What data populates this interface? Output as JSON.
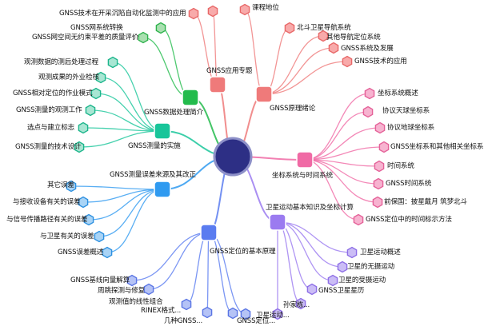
{
  "center": {
    "color": "#2d2f85",
    "stroke": "#8d90c8"
  },
  "branches": [
    {
      "label": "GNSS应用专题",
      "color": "#ef7a7a",
      "leafFill": "#f8aaaa",
      "leafStroke": "#e86868",
      "leaves": [
        {
          "label": "GNSS技术在开采沉陷自动化监测中的应用"
        },
        {
          "label": ""
        }
      ]
    },
    {
      "label": "GNSS原理绪论",
      "color": "#ef7a7a",
      "leafFill": "#f8aaaa",
      "leafStroke": "#e86868",
      "leaves": [
        {
          "label": "课程地位"
        },
        {
          "label": "北斗卫星导航系统"
        },
        {
          "label": "其他导航定位系统"
        },
        {
          "label": "GNSS系统及发展"
        },
        {
          "label": "GNSS技术的应用"
        }
      ]
    },
    {
      "label": "GNSS数据处理简介",
      "color": "#23bb4c",
      "leafFill": "#a9e0b0",
      "leafStroke": "#2fb24d",
      "leaves": [
        {
          "label": "GNSS网系统转换"
        },
        {
          "label": "GNSS网空间无约束平差的质量评价"
        }
      ]
    },
    {
      "label": "GNSS测量的实施",
      "color": "#19c59a",
      "leafFill": "#a8e6d3",
      "leafStroke": "#1cb58b",
      "leaves": [
        {
          "label": "观测数据的测后处理过程"
        },
        {
          "label": "观测成果的外业检核"
        },
        {
          "label": "GNSS相对定位的作业模式"
        },
        {
          "label": "GNSS测量的观测工作"
        },
        {
          "label": "选点与建立标志"
        },
        {
          "label": "GNSS测量的技术设计"
        }
      ]
    },
    {
      "label": "坐标系统与时间系统",
      "color": "#f06aa5",
      "leafFill": "#f7b3d0",
      "leafStroke": "#e46198",
      "leaves": [
        {
          "label": "坐标系统概述"
        },
        {
          "label": "协议天球坐标系"
        },
        {
          "label": "协议地球坐标系"
        },
        {
          "label": "GNSS坐标系和其他相关坐标系"
        },
        {
          "label": "时间系统"
        },
        {
          "label": "GNSS时间系统"
        },
        {
          "label": "前保国：披星戴月 筑梦北斗"
        },
        {
          "label": "GNSS定位中的时间标示方法"
        }
      ]
    },
    {
      "label": "GNSS测量误差来源及其改正",
      "color": "#2f9af0",
      "leafFill": "#a9d4f6",
      "leafStroke": "#2d90e0",
      "leaves": [
        {
          "label": "其它误差"
        },
        {
          "label": "与接收设备有关的误差"
        },
        {
          "label": "与信号传播路径有关的误差"
        },
        {
          "label": "与卫星有关的误差"
        },
        {
          "label": "GNSS误差概述"
        }
      ]
    },
    {
      "label": "卫星运动基本知识及坐标计算",
      "color": "#9b7bf0",
      "leafFill": "#cbbdf6",
      "leafStroke": "#8e6fe6",
      "leaves": [
        {
          "label": "卫星运动概述"
        },
        {
          "label": "卫星的无摄运动"
        },
        {
          "label": "卫星的受摄运动"
        },
        {
          "label": "GNSS卫星星历"
        },
        {
          "label": "孙家栋..."
        },
        {
          "label": "卫星运动..."
        }
      ]
    },
    {
      "label": "GNSS定位的基本原理",
      "color": "#5a7cf0",
      "leafFill": "#b5c3f6",
      "leafStroke": "#5a75e4",
      "leaves": [
        {
          "label": "GNSS基线向量解算"
        },
        {
          "label": "周跳探测与修复"
        },
        {
          "label": "观测值的线性组合"
        },
        {
          "label": "RINEX格式..."
        },
        {
          "label": "几种GNSS..."
        },
        {
          "label": "GNSS定位..."
        }
      ]
    }
  ]
}
